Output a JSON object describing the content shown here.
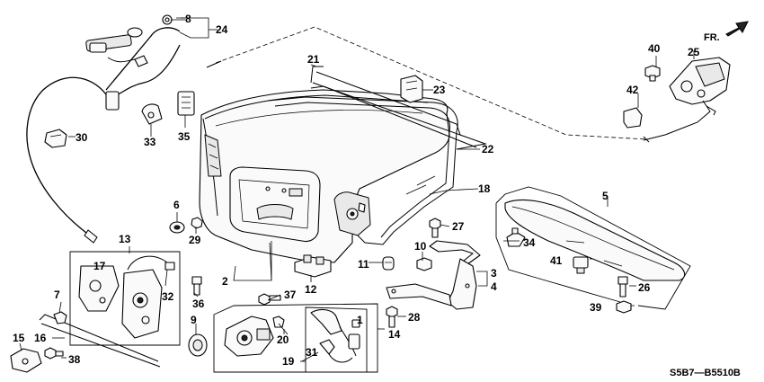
{
  "diagram": {
    "orientation_label": "FR.",
    "diagram_code": "S5B7—B5510B",
    "callouts": [
      "1",
      "2",
      "3",
      "4",
      "5",
      "6",
      "7",
      "8",
      "9",
      "10",
      "11",
      "12",
      "13",
      "14",
      "15",
      "16",
      "17",
      "18",
      "19",
      "20",
      "21",
      "22",
      "23",
      "24",
      "25",
      "26",
      "27",
      "28",
      "29",
      "30",
      "31",
      "32",
      "33",
      "34",
      "35",
      "36",
      "37",
      "38",
      "39",
      "40",
      "41",
      "42"
    ]
  }
}
